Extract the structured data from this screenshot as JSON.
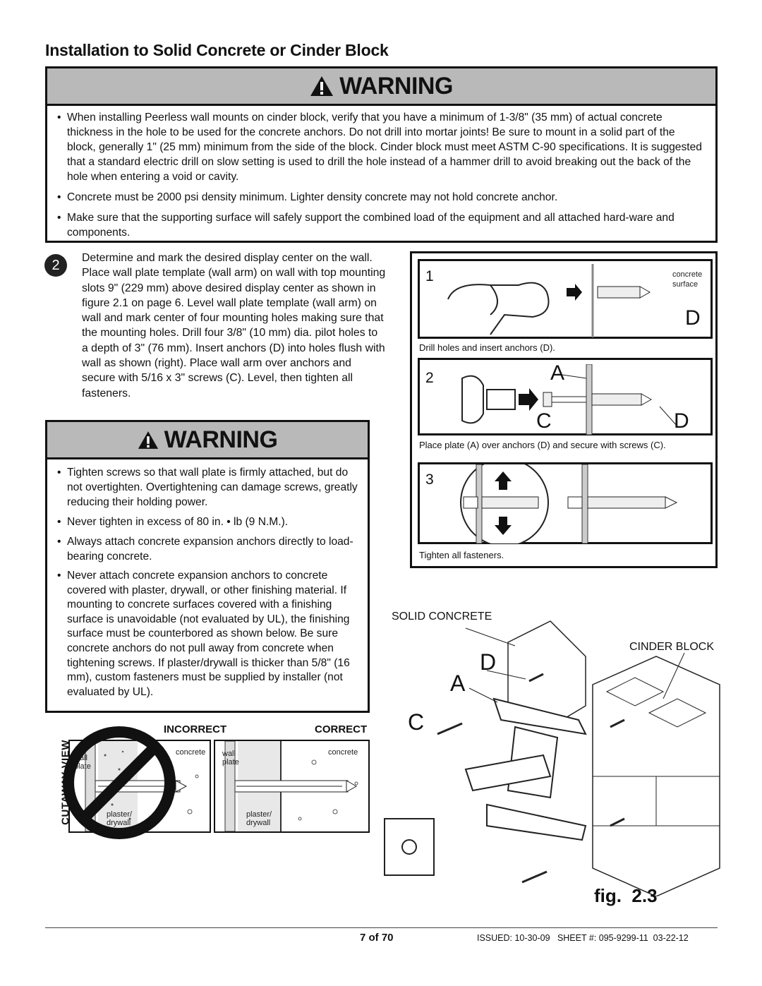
{
  "page_title": "Installation to Solid Concrete or Cinder Block",
  "warning1": {
    "heading": "WARNING",
    "bullets": [
      "When installing Peerless wall mounts on cinder block, verify that you have a minimum of 1-3/8\" (35 mm) of actual concrete thickness in the hole to be used for the concrete anchors. Do not drill into mortar joints! Be sure to mount in a solid part of the block, generally 1\" (25 mm) minimum from the side of the block. Cinder block must meet ASTM C-90 specifications. It is suggested that a standard electric drill on slow setting is used to drill the hole instead of a hammer drill to avoid breaking out the back of the hole when entering a void or cavity.",
      "Concrete must be 2000 psi density minimum. Lighter density concrete may not hold concrete anchor.",
      "Make sure that the supporting surface will safely support the combined load of the equipment and all attached hard-ware and components."
    ]
  },
  "step": {
    "number": "2",
    "text": "Determine and mark the desired display center on the wall. Place wall plate template (wall arm) on wall with top mounting slots 9\" (229 mm) above desired display center as shown in figure 2.1 on page 6. Level wall plate template (wall arm) on wall and mark center of four mounting holes making sure that the mounting holes. Drill four 3/8\" (10 mm) dia. pilot holes to a depth of 3\" (76 mm). Insert anchors (D) into holes flush with wall as shown (right). Place wall arm over anchors and secure with 5/16 x 3\" screws (C). Level, then tighten all fasteners."
  },
  "warning2": {
    "heading": "WARNING",
    "bullets": [
      "Tighten screws so that wall plate is firmly attached, but do not overtighten. Overtightening can damage screws, greatly reducing their holding power.",
      "Never tighten in excess of 80 in. • lb (9 N.M.).",
      "Always attach concrete expansion anchors directly to load-bearing concrete.",
      "Never attach concrete expansion anchors to concrete covered with plaster, drywall, or other finishing material. If mounting to concrete surfaces covered with a finishing surface is unavoidable (not evaluated by UL), the finishing surface must be counterbored as shown below. Be sure concrete anchors do not pull away from concrete when tightening screws. If plaster/drywall is thicker than 5/8\" (16 mm), custom fasteners must be supplied by installer (not evaluated by UL)."
    ]
  },
  "cutaway": {
    "side_label": "CUTAWAY VIEW",
    "incorrect_label": "INCORRECT",
    "correct_label": "CORRECT",
    "wall_plate": "wall plate",
    "concrete": "concrete",
    "plaster": "plaster/ drywall"
  },
  "panels": {
    "p1": {
      "num": "1",
      "letter": "D",
      "concrete_surface": "concrete surface",
      "caption": "Drill holes and insert anchors (D)."
    },
    "p2": {
      "num": "2",
      "letter_a": "A",
      "letter_c": "C",
      "letter_d": "D",
      "caption": "Place plate (A) over anchors (D) and secure with screws (C)."
    },
    "p3": {
      "num": "3",
      "caption": "Tighten all fasteners."
    }
  },
  "figure": {
    "solid_concrete": "SOLID CONCRETE",
    "cinder_block": "CINDER BLOCK",
    "label_d": "D",
    "label_a": "A",
    "label_c": "C",
    "fig_label": "fig.  2.3"
  },
  "footer": {
    "page": "7 of 70",
    "issued": "ISSUED: 10-30-09   SHEET #: 095-9299-11  03-22-12"
  }
}
